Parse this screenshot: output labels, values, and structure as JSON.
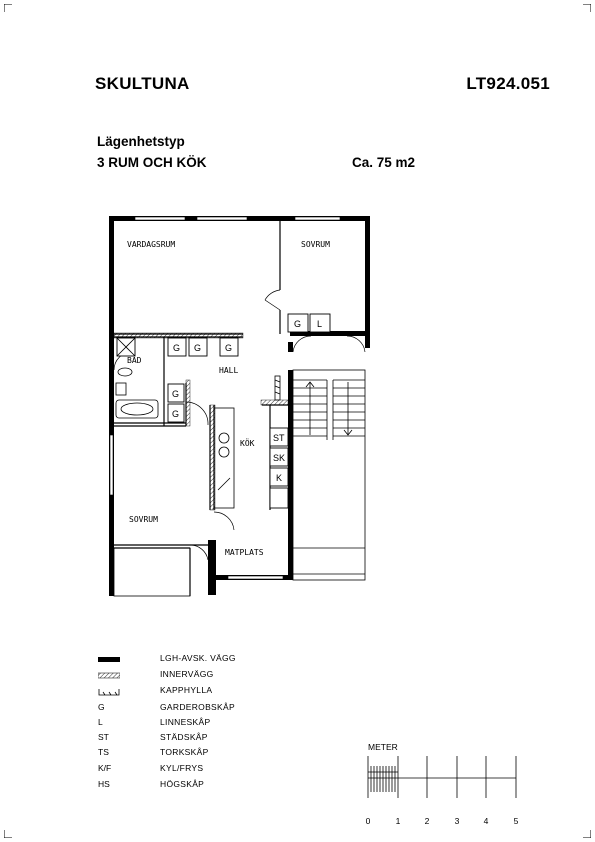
{
  "header": {
    "location": "SKULTUNA",
    "drawing_no": "LT924.051",
    "type_label": "Lägenhetstyp",
    "rooms": "3 RUM OCH KÖK",
    "area": "Ca. 75 m2"
  },
  "rooms": {
    "vardagsrum": "VARDAGSRUM",
    "sovrum_top": "SOVRUM",
    "bad": "BAD",
    "hall": "HALL",
    "kok": "KÖK",
    "sovrum_bottom": "SOVRUM",
    "matplats": "MATPLATS"
  },
  "cabinets": {
    "g": "G",
    "l": "L",
    "st": "ST",
    "sk": "SK",
    "k": "K"
  },
  "legend": [
    {
      "code": "",
      "label": "LGH-AVSK. VÄGG",
      "symbol": "thick-wall"
    },
    {
      "code": "",
      "label": "INNERVÄGG",
      "symbol": "hatched-wall"
    },
    {
      "code": "",
      "label": "KAPPHYLLA",
      "symbol": "hatrack"
    },
    {
      "code": "G",
      "label": "GARDEROBSKÅP",
      "symbol": "text"
    },
    {
      "code": "L",
      "label": "LINNESKÅP",
      "symbol": "text"
    },
    {
      "code": "ST",
      "label": "STÄDSKÅP",
      "symbol": "text"
    },
    {
      "code": "TS",
      "label": "TORKSKÅP",
      "symbol": "text"
    },
    {
      "code": "K/F",
      "label": "KYL/FRYS",
      "symbol": "text"
    },
    {
      "code": "HS",
      "label": "HÖGSKÅP",
      "symbol": "text"
    }
  ],
  "scale": {
    "title": "METER",
    "ticks": [
      "0",
      "1",
      "2",
      "3",
      "4",
      "5"
    ]
  }
}
